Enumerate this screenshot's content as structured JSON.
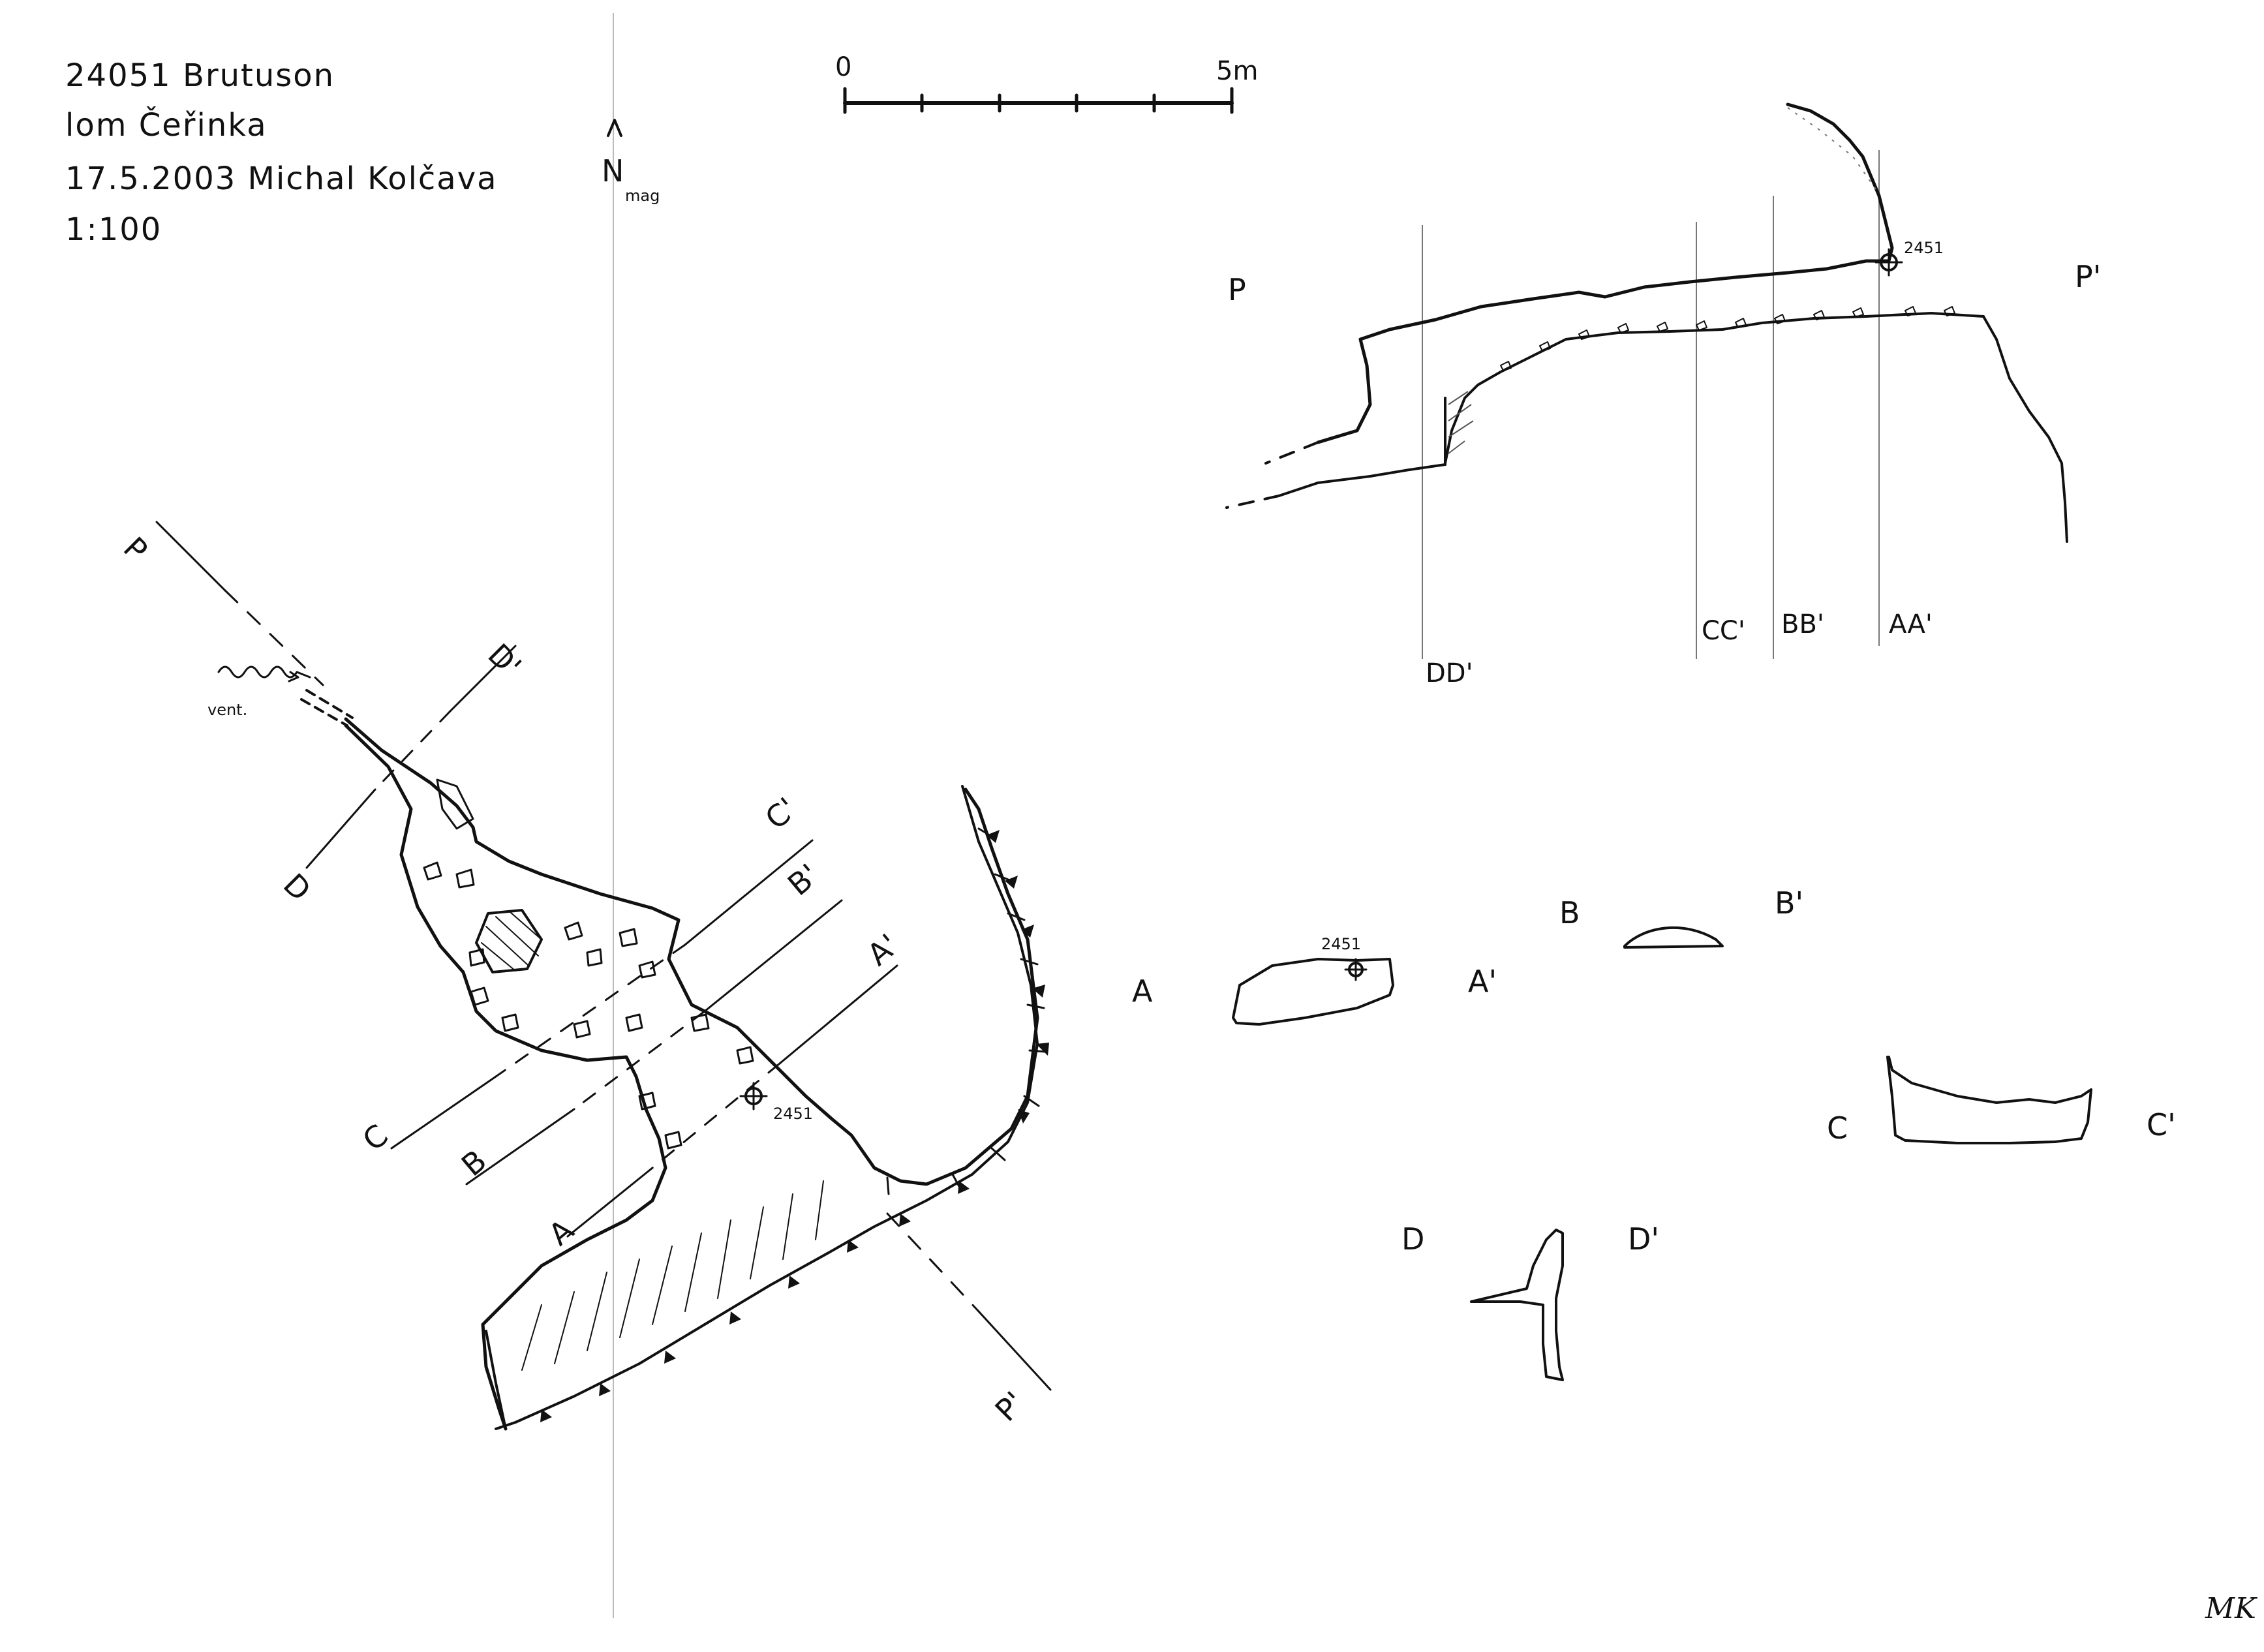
{
  "header": {
    "cave_id_name": "24051  Brutuson",
    "location": "lom Čeřinka",
    "date_author": "17.5.2003  Michal Kolčava",
    "scale_ratio": "1:100"
  },
  "north_arrow": {
    "glyph": "^",
    "label": "N",
    "subscript": "mag"
  },
  "scale_bar": {
    "start_label": "0",
    "end_label": "5m",
    "divisions": 5
  },
  "survey_station": {
    "label": "2451"
  },
  "plan": {
    "vent_label": "vent.",
    "section_lines": [
      {
        "start": "P",
        "end": "P'"
      },
      {
        "start": "D",
        "end": "D'"
      },
      {
        "start": "C",
        "end": "C'"
      },
      {
        "start": "B",
        "end": "B'"
      },
      {
        "start": "A",
        "end": "A'"
      }
    ]
  },
  "longitudinal_profile": {
    "start": "P",
    "end": "P'",
    "station": "2451",
    "cross_section_markers": [
      "DD'",
      "CC'",
      "BB'",
      "AA'"
    ]
  },
  "cross_sections": [
    {
      "start": "A",
      "end": "A'",
      "station": "2451"
    },
    {
      "start": "B",
      "end": "B'"
    },
    {
      "start": "C",
      "end": "C'"
    },
    {
      "start": "D",
      "end": "D'"
    }
  ],
  "signature": "MK",
  "colors": {
    "ink": "#111111",
    "paper": "#ffffff",
    "fold": "#bbbbbb"
  }
}
